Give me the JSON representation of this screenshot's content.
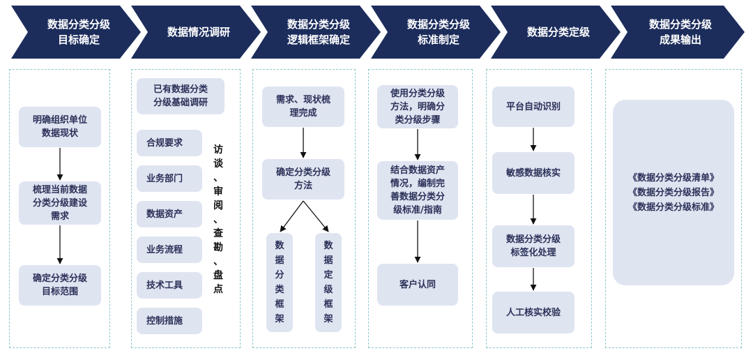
{
  "colors": {
    "header": "#1c2d5c",
    "box": "#dfe4f1",
    "panel_border": "#8dc7c9",
    "text": "#2b3158"
  },
  "stages": [
    {
      "title": "数据分类分级\n目标确定"
    },
    {
      "title": "数据情况调研"
    },
    {
      "title": "数据分类分级\n逻辑框架确定"
    },
    {
      "title": "数据分类分级\n标准制定"
    },
    {
      "title": "数据分类定级"
    },
    {
      "title": "数据分类分级\n成果输出"
    }
  ],
  "col1": {
    "steps": [
      "明确组织单位\n数据现状",
      "梳理当前数据\n分类分级建设\n需求",
      "确定分类分级\n目标范围"
    ]
  },
  "col2": {
    "title": "已有数据分类\n分级基础调研",
    "items": [
      "合规要求",
      "业务部门",
      "数据资产",
      "业务流程",
      "技术工具",
      "控制措施"
    ],
    "methods": "访\n谈\n、\n审\n阅\n、\n查\n勘\n、\n盘\n点"
  },
  "col3": {
    "steps": [
      "需求、现状梳\n理完成",
      "确定分类分级\n方法"
    ],
    "branches": [
      "数\n据\n分\n类\n框\n架",
      "数\n据\n定\n级\n框\n架"
    ]
  },
  "col4": {
    "steps": [
      "使用分类分级\n方法，明确分\n类分级步骤",
      "结合数据资产\n情况，编制完\n善数据分类分\n级标准/指南",
      "客户认同"
    ]
  },
  "col5": {
    "steps": [
      "平台自动识别",
      "敏感数据核实",
      "数据分类分级\n标签化处理",
      "人工核实校验"
    ]
  },
  "col6": {
    "outputs": "《数据分类分级清单》\n《数据分类分级报告》\n《数据分类分级标准》"
  }
}
